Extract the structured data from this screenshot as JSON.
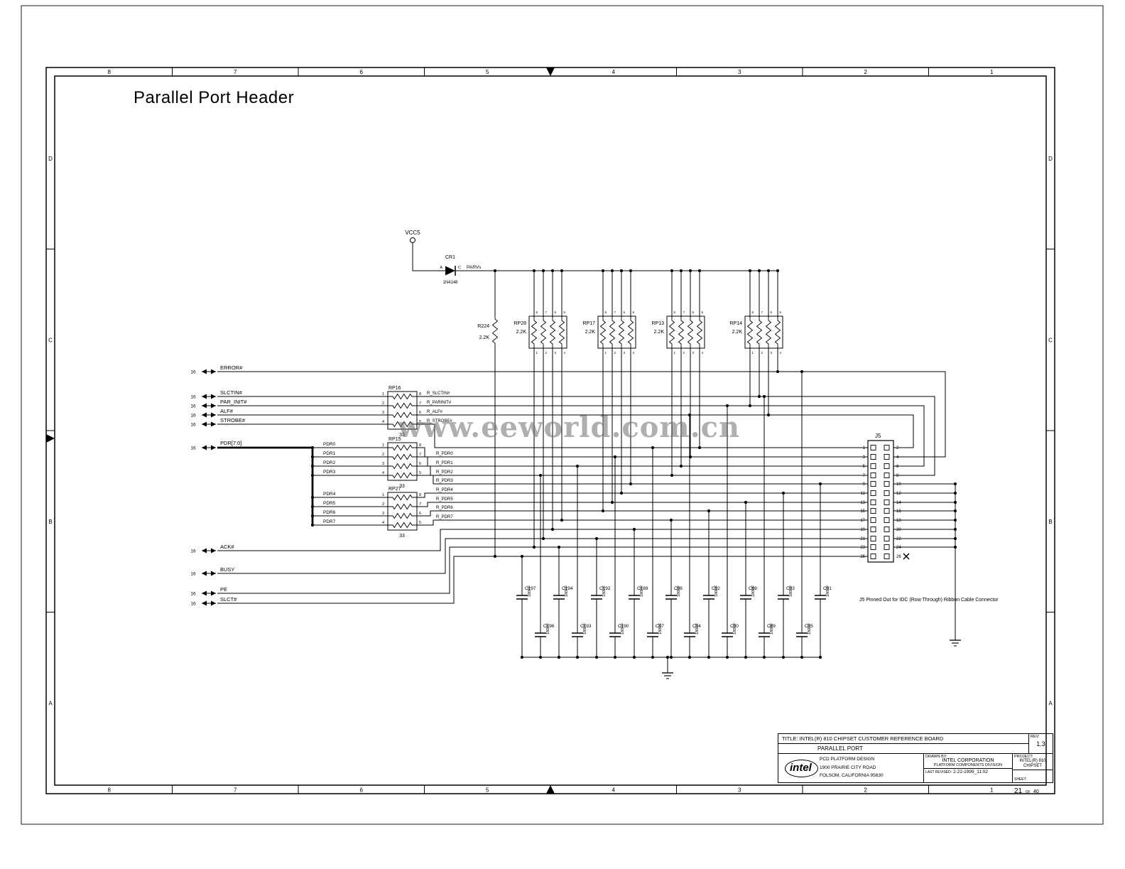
{
  "page": {
    "title": "Parallel Port Header",
    "watermark": "www.eeworld.com.cn",
    "ruler_columns": [
      "8",
      "7",
      "6",
      "5",
      "4",
      "3",
      "2",
      "1"
    ],
    "ruler_rows": [
      "D",
      "C",
      "B",
      "A"
    ]
  },
  "power": {
    "vcc": "VCC5",
    "net": "PARVs"
  },
  "diode": {
    "ref": "CR1",
    "part": "1N4148",
    "anode": "A",
    "cathode": "C"
  },
  "r224": {
    "ref": "R224",
    "value": "2.2K"
  },
  "pullup_packs": [
    {
      "ref": "RP28",
      "value": "2.2K"
    },
    {
      "ref": "RP17",
      "value": "2.2K"
    },
    {
      "ref": "RP13",
      "value": "2.2K"
    },
    {
      "ref": "RP14",
      "value": "2.2K"
    }
  ],
  "pullup_pins_top": [
    "8",
    "7",
    "6",
    "5"
  ],
  "pullup_pins_bottom": [
    "1",
    "2",
    "3",
    "4"
  ],
  "series_packs": [
    {
      "ref": "RP16",
      "value": "33",
      "pins_left": [
        "1",
        "2",
        "3",
        "4"
      ],
      "pins_right": [
        "8",
        "7",
        "6",
        "5"
      ],
      "outputs": [
        "R_SLCTIN#",
        "R_PARINIT#",
        "R_ALF#",
        "R_STROBE#"
      ]
    },
    {
      "ref": "RP15",
      "value": "33",
      "pins_left": [
        "1",
        "2",
        "3",
        "4"
      ],
      "pins_right": [
        "8",
        "7",
        "6",
        "5"
      ],
      "outputs": [
        "R_PDR0",
        "R_PDR1",
        "R_PDR2",
        "R_PDR3"
      ]
    },
    {
      "ref": "RP27",
      "value": "33",
      "pins_left": [
        "1",
        "2",
        "3",
        "4"
      ],
      "pins_right": [
        "8",
        "7",
        "6",
        "5"
      ],
      "outputs": [
        "R_PDR4",
        "R_PDR5",
        "R_PDR6",
        "R_PDR7"
      ]
    }
  ],
  "signals": [
    {
      "page_ref": "16",
      "name": "ERROR#"
    },
    {
      "page_ref": "16",
      "name": "SLCTIN#"
    },
    {
      "page_ref": "16",
      "name": "PAR_INIT#"
    },
    {
      "page_ref": "16",
      "name": "ALF#"
    },
    {
      "page_ref": "16",
      "name": "STROBE#"
    },
    {
      "page_ref": "16",
      "name": "ACK#"
    },
    {
      "page_ref": "16",
      "name": "BUSY"
    },
    {
      "page_ref": "16",
      "name": "PE"
    },
    {
      "page_ref": "16",
      "name": "SLCT#"
    }
  ],
  "pdr_bus": {
    "page_ref": "16",
    "name": "PDR[7:0]",
    "taps": [
      "PDR0",
      "PDR1",
      "PDR2",
      "PDR3",
      "PDR4",
      "PDR5",
      "PDR6",
      "PDR7"
    ]
  },
  "connector": {
    "ref": "J5",
    "pins_left": [
      "1",
      "3",
      "5",
      "7",
      "9",
      "11",
      "13",
      "15",
      "17",
      "19",
      "21",
      "23",
      "25"
    ],
    "pins_right": [
      "2",
      "4",
      "6",
      "8",
      "10",
      "12",
      "14",
      "16",
      "18",
      "20",
      "22",
      "24",
      "26"
    ],
    "note": "J5 Pinned Out for IDC (Row Through) Ribbon Cable Connector"
  },
  "caps_top": [
    {
      "ref": "C197",
      "value": "180PF"
    },
    {
      "ref": "C194",
      "value": "180PF"
    },
    {
      "ref": "C192",
      "value": "180PF"
    },
    {
      "ref": "C189",
      "value": "180PF"
    },
    {
      "ref": "C96",
      "value": "180PF"
    },
    {
      "ref": "C92",
      "value": "180PF"
    },
    {
      "ref": "C88",
      "value": "180PF"
    },
    {
      "ref": "C93",
      "value": "180PF"
    },
    {
      "ref": "C91",
      "value": "180PF"
    }
  ],
  "caps_bottom": [
    {
      "ref": "C196",
      "value": "180PF"
    },
    {
      "ref": "C193",
      "value": "180PF"
    },
    {
      "ref": "C190",
      "value": "180PF"
    },
    {
      "ref": "C97",
      "value": "180PF"
    },
    {
      "ref": "C94",
      "value": "180PF"
    },
    {
      "ref": "C90",
      "value": "180PF"
    },
    {
      "ref": "C89",
      "value": "180PF"
    },
    {
      "ref": "C95",
      "value": "180PF"
    }
  ],
  "title_block": {
    "title": "TITLE: INTEL(R) 810 CHIPSET CUSTOMER REFERENCE BOARD",
    "subtitle": "PARALLEL PORT",
    "rev_label": "REV:",
    "rev": "1.3",
    "logo": "intel",
    "org_lines": [
      "PCD PLATFORM DESIGN",
      "1900 PRAIRIE CITY ROAD",
      "FOLSOM, CALIFORNIA 95630"
    ],
    "drawn_by_label": "DRAWN BY:",
    "drawn_by": "INTEL CORPORATION",
    "division": "PLATFORM COMPONENTS DIVISION",
    "last_revised_label": "LAST REVISED:",
    "last_revised": "2-22-1999_11:02",
    "project_label": "PROJECT:",
    "project_line1": "INTEL(R) 810",
    "project_line2": "CHIPSET",
    "sheet_label": "SHEET:",
    "sheet_no": "21",
    "sheet_of": "OF",
    "sheet_total": "40"
  }
}
